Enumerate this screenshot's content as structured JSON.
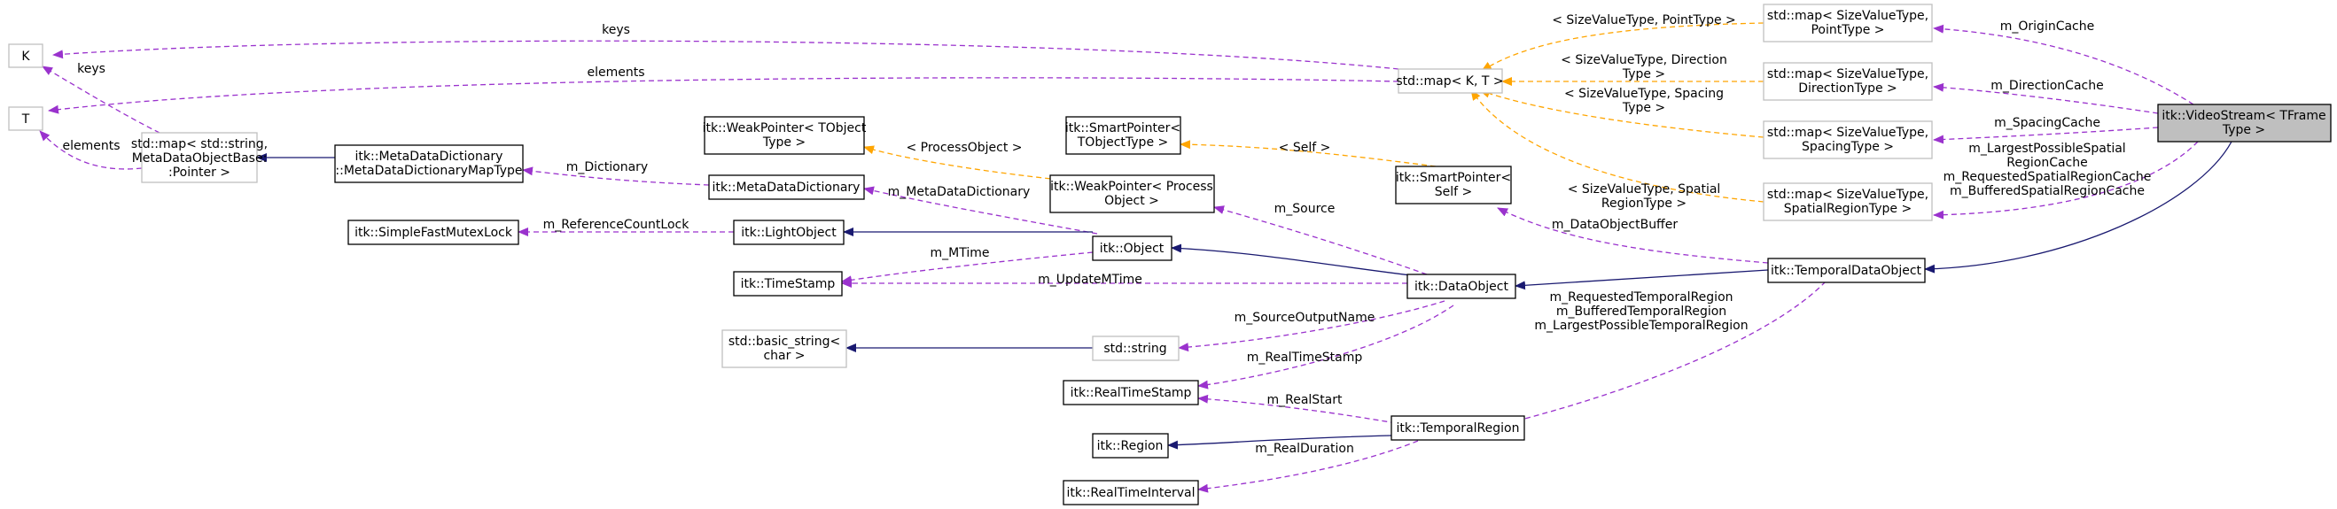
{
  "colors": {
    "inheritance": "#191970",
    "usage": "#9a32cd",
    "template": "#ffa500",
    "node_border": "#000000",
    "node_border_gray": "#bfbfbf",
    "highlight_fill": "#bfbfbf"
  },
  "nodes": {
    "K": [
      "K"
    ],
    "T": [
      "T"
    ],
    "stdmap_meta": [
      "std::map< std::string,",
      "MetaDataObjectBase:",
      ":Pointer >"
    ],
    "metadict_maptype": [
      "itk::MetaDataDictionary",
      "::MetaDataDictionaryMapType"
    ],
    "weakptr_tobject": [
      "itk::WeakPointer< TObject",
      "Type >"
    ],
    "metadatadictionary": [
      "itk::MetaDataDictionary"
    ],
    "simplefastmutexlock": [
      "itk::SimpleFastMutexLock"
    ],
    "lightobject": [
      "itk::LightObject"
    ],
    "timestamp": [
      "itk::TimeStamp"
    ],
    "basic_string": [
      "std::basic_string<",
      "char >"
    ],
    "stdstring": [
      "std::string"
    ],
    "realtimestamp": [
      "itk::RealTimeStamp"
    ],
    "region": [
      "itk::Region"
    ],
    "realtimeinterval": [
      "itk::RealTimeInterval"
    ],
    "smartptr_tobject": [
      "itk::SmartPointer<",
      "TObjectType >"
    ],
    "weakptr_process": [
      "itk::WeakPointer< Process",
      "Object >"
    ],
    "object": [
      "itk::Object"
    ],
    "dataobject": [
      "itk::DataObject"
    ],
    "smartptr_self": [
      "itk::SmartPointer<",
      "Self >"
    ],
    "temporalregion": [
      "itk::TemporalRegion"
    ],
    "stdmap_kt": [
      "std::map< K, T >"
    ],
    "map_point": [
      "std::map< SizeValueType,",
      "PointType >"
    ],
    "map_direction": [
      "std::map< SizeValueType,",
      "DirectionType >"
    ],
    "map_spacing": [
      "std::map< SizeValueType,",
      "SpacingType >"
    ],
    "map_spatial": [
      "std::map< SizeValueType,",
      "SpatialRegionType >"
    ],
    "temporaldataobject": [
      "itk::TemporalDataObject"
    ],
    "videostream": [
      "itk::VideoStream< TFrame",
      "Type >"
    ]
  },
  "edge_labels": {
    "keys_top": [
      "keys"
    ],
    "elements_top": [
      "elements"
    ],
    "keys_left": [
      "keys"
    ],
    "elements_left": [
      "elements"
    ],
    "m_dictionary": [
      "m_Dictionary"
    ],
    "process_object": [
      "< ProcessObject >"
    ],
    "self": [
      "< Self >"
    ],
    "m_metadatadictionary": [
      "m_MetaDataDictionary"
    ],
    "m_referencecountlock": [
      "m_ReferenceCountLock"
    ],
    "m_mtime": [
      "m_MTime"
    ],
    "m_updatemtime": [
      "m_UpdateMTime"
    ],
    "m_source": [
      "m_Source"
    ],
    "m_sourceoutputname": [
      "m_SourceOutputName"
    ],
    "m_realtimestamp": [
      "m_RealTimeStamp"
    ],
    "m_realstart": [
      "m_RealStart"
    ],
    "m_realduration": [
      "m_RealDuration"
    ],
    "m_dataobjectbuffer": [
      "m_DataObjectBuffer"
    ],
    "temporal_regions": [
      "m_RequestedTemporalRegion",
      "m_BufferedTemporalRegion",
      "m_LargestPossibleTemporalRegion"
    ],
    "tpl_point": [
      "< SizeValueType, PointType >"
    ],
    "tpl_direction": [
      "< SizeValueType, Direction",
      "Type >"
    ],
    "tpl_spacing": [
      "< SizeValueType, Spacing",
      "Type >"
    ],
    "tpl_spatial": [
      "< SizeValueType, Spatial",
      "RegionType >"
    ],
    "m_origincache": [
      "m_OriginCache"
    ],
    "m_directioncache": [
      "m_DirectionCache"
    ],
    "m_spacingcache": [
      "m_SpacingCache"
    ],
    "spatial_caches": [
      "m_LargestPossibleSpatial",
      "RegionCache",
      "m_RequestedSpatialRegionCache",
      "m_BufferedSpatialRegionCache"
    ]
  }
}
